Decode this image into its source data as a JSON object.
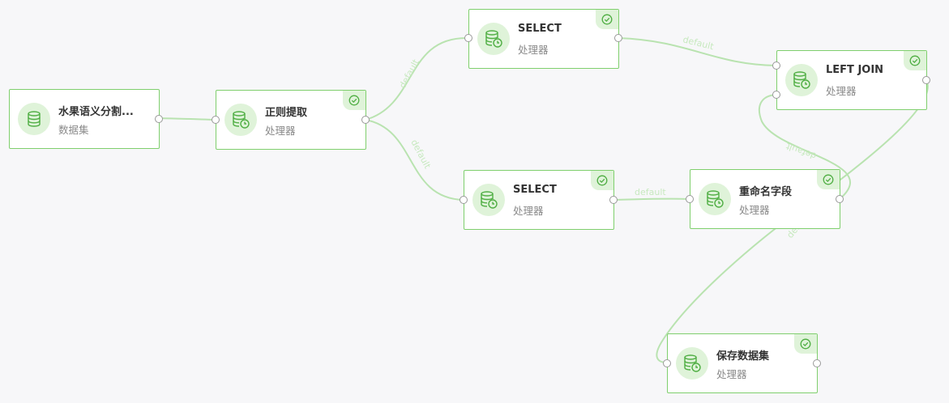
{
  "colors": {
    "node_border": "#7fcf6d",
    "icon_bg": "#dff3d9",
    "icon_stroke": "#4fae43",
    "edge": "#b9e3b0",
    "edge_label": "#c7e9bf",
    "background": "#f7f7f9"
  },
  "nodes": {
    "dataset": {
      "title": "水果语义分割...",
      "subtitle": "数据集",
      "icon": "database-icon"
    },
    "regex": {
      "title": "正则提取",
      "subtitle": "处理器",
      "icon": "database-clock-icon",
      "status_icon": "check-circle-icon"
    },
    "select_top": {
      "title": "SELECT",
      "subtitle": "处理器",
      "icon": "database-clock-icon",
      "status_icon": "check-circle-icon"
    },
    "select_bottom": {
      "title": "SELECT",
      "subtitle": "处理器",
      "icon": "database-clock-icon",
      "status_icon": "check-circle-icon"
    },
    "left_join": {
      "title": "LEFT JOIN",
      "subtitle": "处理器",
      "icon": "database-clock-icon",
      "status_icon": "check-circle-icon"
    },
    "rename": {
      "title": "重命名字段",
      "subtitle": "处理器",
      "icon": "database-clock-icon",
      "status_icon": "check-circle-icon"
    },
    "save": {
      "title": "保存数据集",
      "subtitle": "处理器",
      "icon": "database-clock-icon",
      "status_icon": "check-circle-icon"
    }
  },
  "edges": {
    "regex_to_select_top": "default",
    "regex_to_select_bottom": "default",
    "select_top_to_left_join": "default",
    "select_bottom_to_rename": "default",
    "rename_to_left_join": "default",
    "rename_to_save": "default"
  }
}
